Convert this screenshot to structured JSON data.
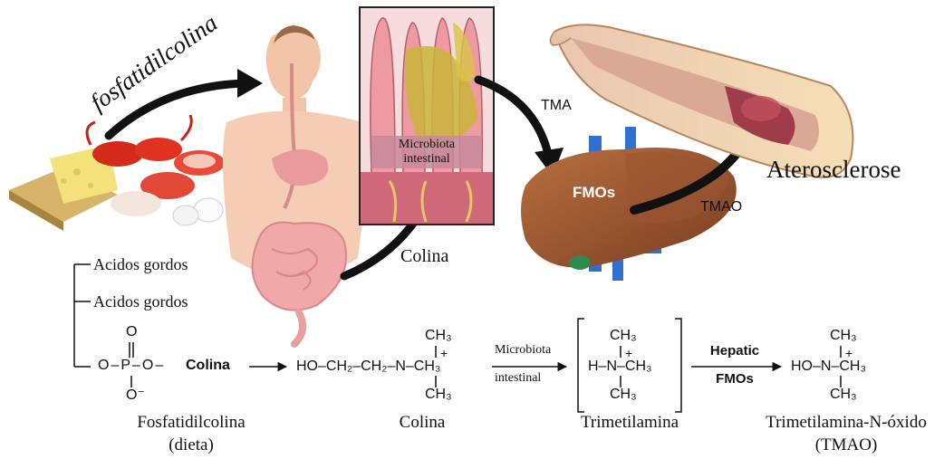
{
  "labels": {
    "phosphatidylcholine_arrow": "fosfatidilcolina",
    "microbiota_box_line1": "Microbiota",
    "microbiota_box_line2": "intestinal",
    "tma": "TMA",
    "fmos_liver": "FMOs",
    "tmao": "TMAO",
    "atherosclerosis": "Aterosclerose",
    "choline_arrow": "Colina"
  },
  "chemistry": {
    "fatty_acid_1": "Acidos gordos",
    "fatty_acid_2": "Acidos gordos",
    "phosphate_group": "O–P–O–",
    "phosphate_top_o": "O",
    "phosphate_bottom_o": "O⁻",
    "phosphate_choline": "Colina",
    "choline_formula": "HO–CH₂–CH₂–N–CH₃",
    "choline_top_methyl": "CH₃",
    "choline_bottom_methyl": "CH₃",
    "charge": "+",
    "step1_line1": "Microbiota",
    "step1_line2": "intestinal",
    "tma_formula": "H–N–CH₃",
    "tma_top_methyl": "CH₃",
    "tma_bottom_methyl": "CH₃",
    "step2_line1": "Hepatic",
    "step2_line2": "FMOs",
    "tmao_formula": "HO–N–CH₃",
    "tmao_top_methyl": "CH₃",
    "tmao_bottom_methyl": "CH₃",
    "name_phosphatidylcholine_1": "Fosfatidilcolina",
    "name_phosphatidylcholine_2": "(dieta)",
    "name_choline": "Colina",
    "name_tma": "Trimetilamina",
    "name_tmao_1": "Trimetilamina-N-óxido",
    "name_tmao_2": "(TMAO)"
  },
  "colors": {
    "skin": "#f2c4a8",
    "intestine": "#f0a8a8",
    "liver": "#8b4a2a",
    "liver_light": "#b0683c",
    "villi": "#e89a9a",
    "bacteria": "#c9b53a",
    "artery_wall": "#f2d9a8",
    "plaque": "#a03c4a",
    "vessel": "#2e6fd1"
  }
}
